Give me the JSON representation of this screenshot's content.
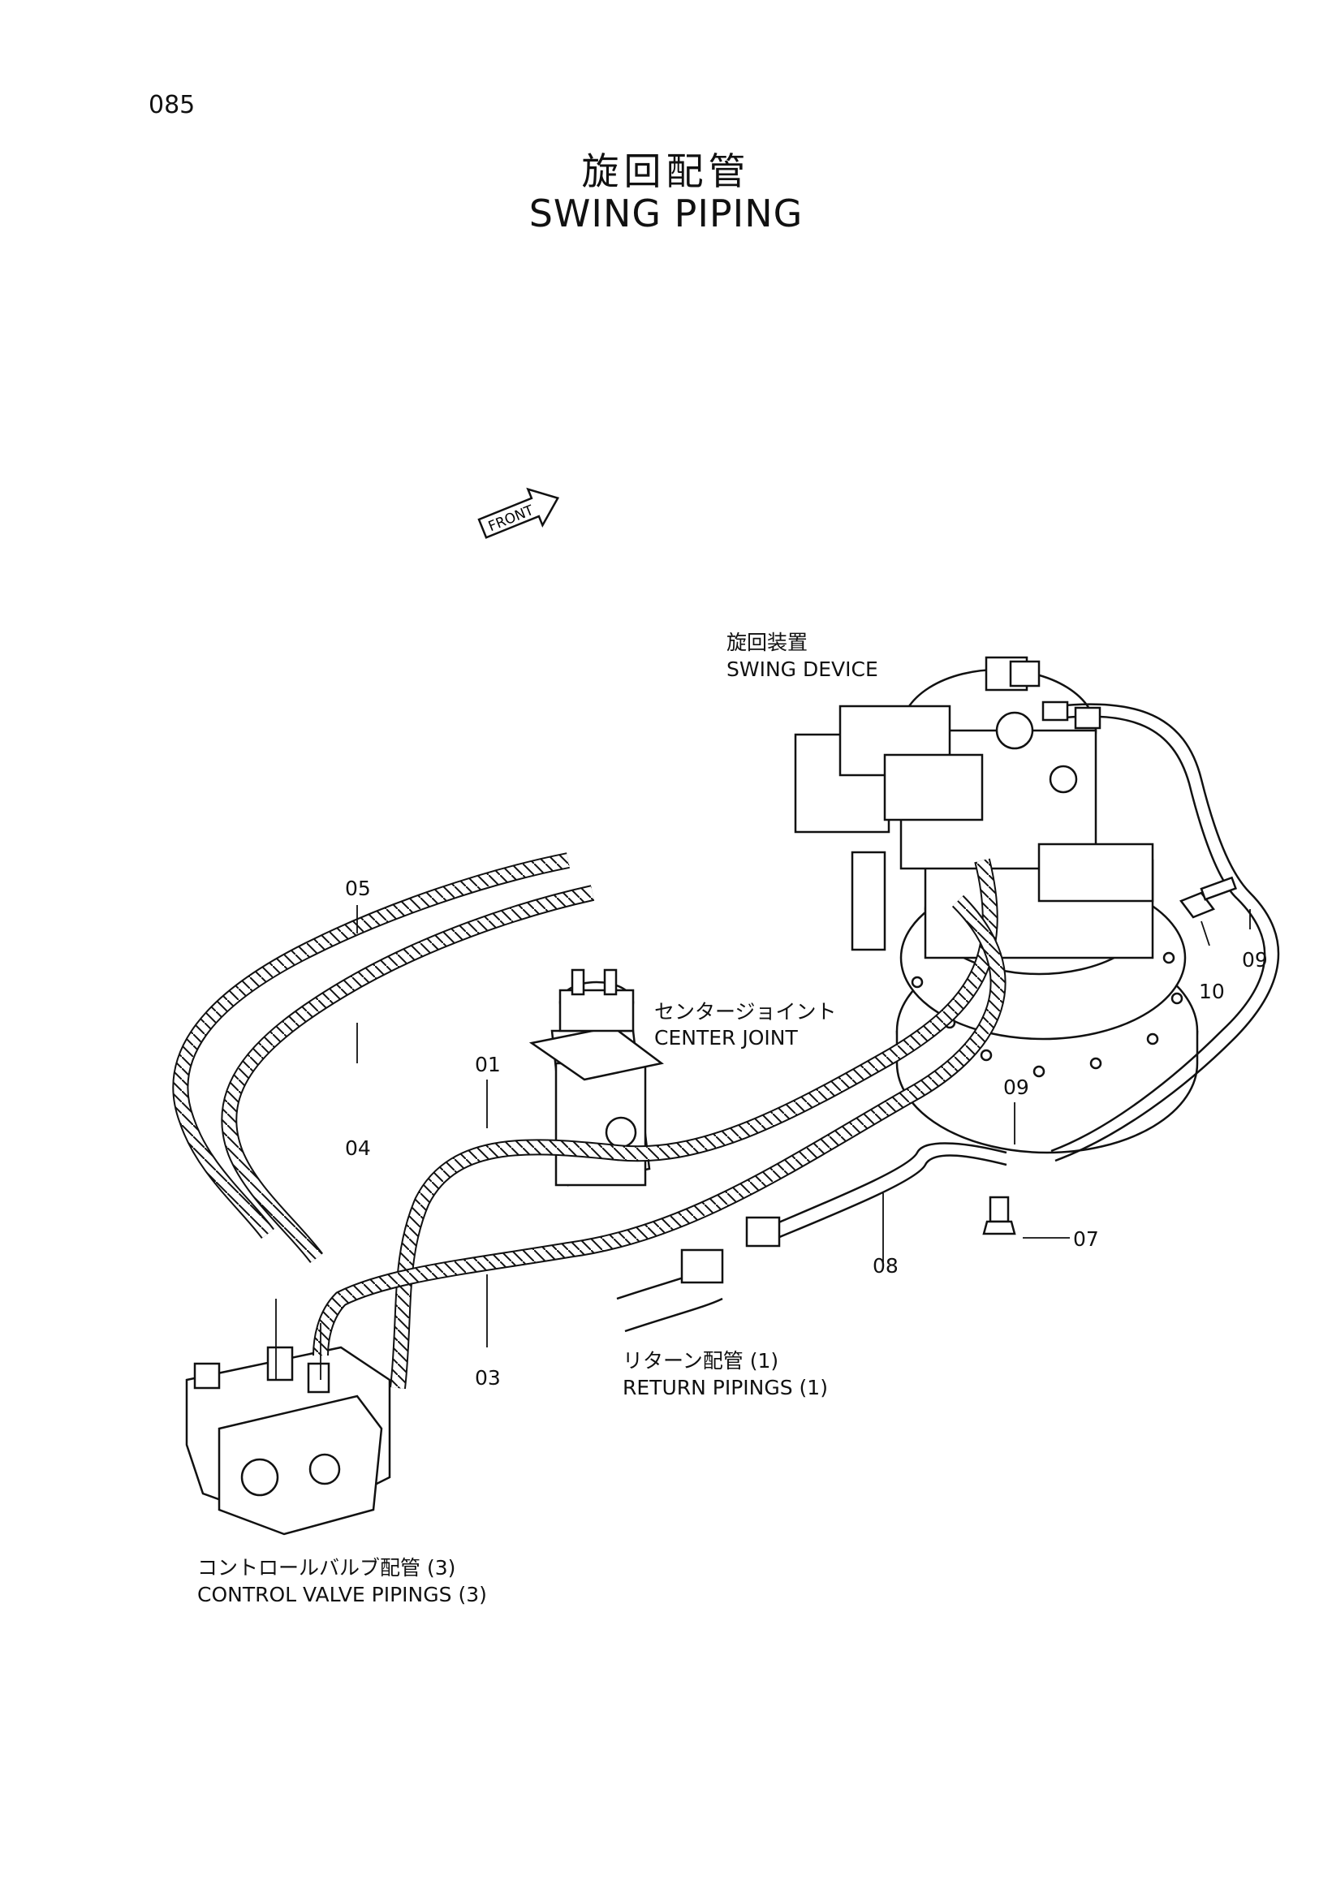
{
  "page_number": "085",
  "title": {
    "jp": "旋回配管",
    "en": "SWING PIPING"
  },
  "front_marker": "FRONT",
  "labels": {
    "swing_device": {
      "jp": "旋回装置",
      "en": "SWING DEVICE"
    },
    "center_joint": {
      "jp": "センタージョイント",
      "en": "CENTER JOINT"
    },
    "return_pipings": {
      "jp": "リターン配管 (1)",
      "en": "RETURN PIPINGS (1)"
    },
    "control_valve_pipings": {
      "jp": "コントロールバルブ配管 (3)",
      "en": "CONTROL VALVE PIPINGS (3)"
    }
  },
  "part_numbers": {
    "p01": "01",
    "p03": "03",
    "p04": "04",
    "p05": "05",
    "p07": "07",
    "p08": "08",
    "p09_right": "09",
    "p09_center": "09",
    "p10": "10"
  }
}
